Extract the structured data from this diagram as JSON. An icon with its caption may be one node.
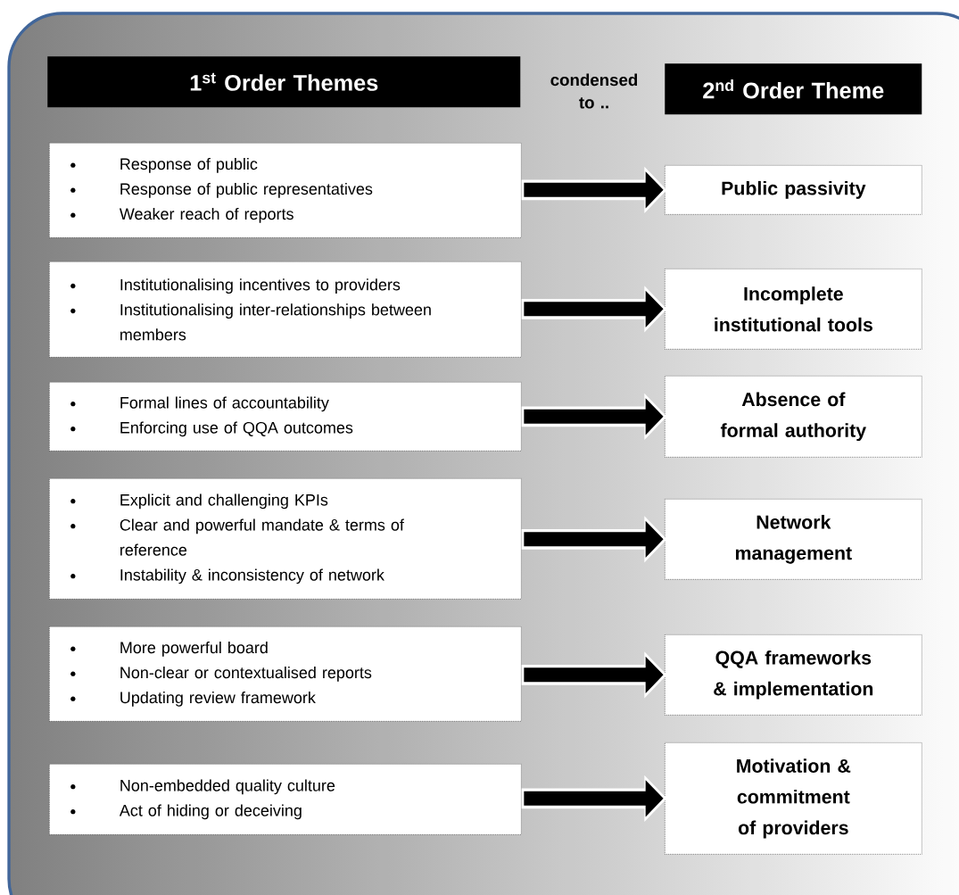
{
  "diagram": {
    "nodes": [
      {
        "text": [
          "1$^{st}$ Order Themes"
        ]
      },
      {
        "text": [
          "2$^{nd}$ Order Theme"
        ]
      },
      {
        "text": [
          "Response of public",
          "Response of public representatives",
          "Weaker reach of reports"
        ]
      },
      {
        "text": [
          "Institutionalising incentives to providers",
          "Institutionalising inter-relationships between members"
        ]
      },
      {
        "text": [
          "Formal lines of accountability",
          "Enforcing use of QQA outcomes"
        ]
      },
      {
        "text": [
          "Explicit and challenging KPIs",
          "Clear and powerful mandate & terms of reference",
          "Instability & inconsistency of network"
        ]
      },
      {
        "text": [
          "More powerful board",
          "Non-clear or contextualised reports",
          "Updating review framework"
        ]
      },
      {
        "text": [
          "Non-embedded quality culture",
          "Act of hiding or deceiving"
        ]
      },
      {
        "text": [
          "Public passivity"
        ]
      },
      {
        "text": [
          "Incomplete institutional tools"
        ]
      },
      {
        "text": [
          "Absence of formal authority"
        ]
      },
      {
        "text": [
          "Network management"
        ]
      },
      {
        "text": [
          "QQA frameworks & implementation"
        ]
      },
      {
        "text": [
          "Motivation & commitment of providers"
        ]
      }
    ],
    "edges": [
      {
        "from": 2,
        "to": 8,
        "arrow": "to"
      },
      {
        "from": 3,
        "to": 9,
        "arrow": "to"
      },
      {
        "from": 4,
        "to": 10,
        "arrow": "to"
      },
      {
        "from": 5,
        "to": 11,
        "arrow": "to"
      },
      {
        "from": 6,
        "to": 12,
        "arrow": "to"
      },
      {
        "from": 7,
        "to": 13,
        "arrow": "to"
      }
    ],
    "labels": [
      "condensed to .."
    ]
  }
}
